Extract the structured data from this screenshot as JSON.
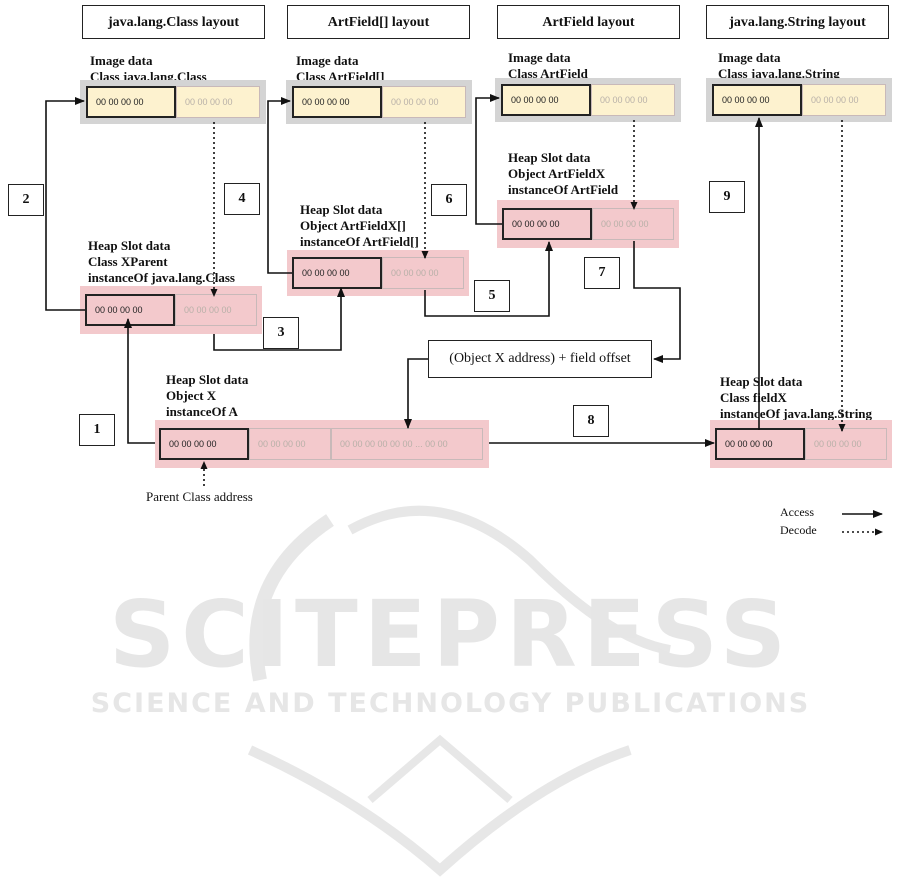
{
  "headers": {
    "class_layout": "java.lang.Class layout",
    "artfield_array_layout": "ArtField[] layout",
    "artfield_layout": "ArtField layout",
    "string_layout": "java.lang.String layout"
  },
  "image_class": {
    "line1": "Image data",
    "line2": "Class java.lang.Class",
    "cell1": "00 00 00 00",
    "cell2": "00 00 00 00"
  },
  "image_artfield_array": {
    "line1": "Image data",
    "line2": "Class ArtField[]",
    "cell1": "00 00 00 00",
    "cell2": "00 00 00 00"
  },
  "image_artfield": {
    "line1": "Image data",
    "line2": "Class ArtField",
    "cell1": "00 00 00 00",
    "cell2": "00 00 00 00"
  },
  "image_string": {
    "line1": "Image data",
    "line2": "Class java.lang.String",
    "cell1": "00 00 00 00",
    "cell2": "00 00 00 00"
  },
  "heap_xparent": {
    "line1": "Heap Slot data",
    "line2": "Class XParent",
    "line3": "instanceOf java.lang.Class",
    "cell1": "00 00 00 00",
    "cell2": "00 00 00 00"
  },
  "heap_artfieldx_array": {
    "line1": "Heap Slot data",
    "line2": "Object ArtFieldX[]",
    "line3": "instanceOf ArtField[]",
    "cell1": "00 00 00 00",
    "cell2": "00 00 00 00"
  },
  "heap_artfieldx": {
    "line1": "Heap Slot data",
    "line2": "Object ArtFieldX",
    "line3": "instanceOf ArtField",
    "cell1": "00 00 00 00",
    "cell2": "00 00 00 00"
  },
  "heap_object_x": {
    "line1": "Heap Slot data",
    "line2": "Object X",
    "line3": "instanceOf A",
    "cell1": "00 00 00 00",
    "cell2": "00 00 00 00",
    "cell3": "00 00 00 00 00 00 ... 00 00"
  },
  "heap_fieldx": {
    "line1": "Heap Slot data",
    "line2": "Class fieldX",
    "line3": "instanceOf java.lang.String",
    "cell1": "00 00 00 00",
    "cell2": "00 00 00 00"
  },
  "steps": [
    "1",
    "2",
    "3",
    "4",
    "5",
    "6",
    "7",
    "8",
    "9"
  ],
  "offset_note": "(Object X address) + field offset",
  "parent_class_address": "Parent Class address",
  "legend": {
    "access": "Access",
    "decode": "Decode"
  },
  "watermark": {
    "line1": "SCITEPRESS",
    "line2": "SCIENCE AND TECHNOLOGY PUBLICATIONS"
  }
}
